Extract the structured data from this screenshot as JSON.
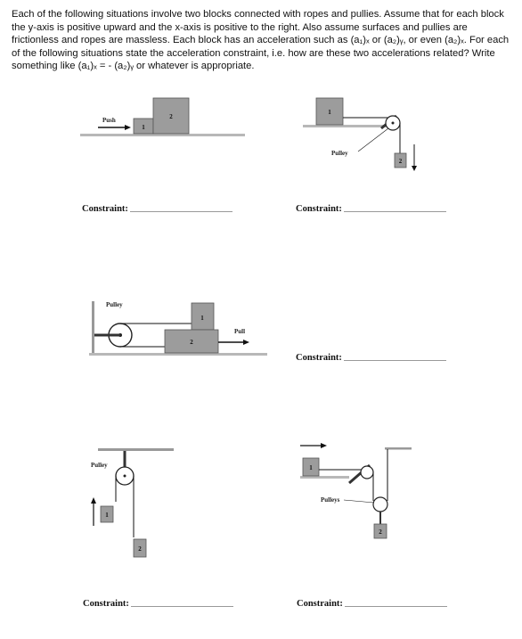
{
  "intro_text": "Each of the following situations involve two blocks connected with ropes and pullies. Assume that for each block the y-axis is positive upward and the x-axis is positive to the right. Also assume surfaces and pullies are frictionless and ropes are massless. Each block has an acceleration such as (a₁)ₓ or (a₂)ᵧ, or even (a₂)ₓ. For each of the following situations state the acceleration constraint, i.e. how are these two accelerations related? Write something like (a₁)ₓ = - (a₂)ᵧ or whatever is appropriate.",
  "constraint_label": "Constraint:",
  "figures": {
    "fig1": {
      "push": "Push",
      "block1": "1",
      "block2": "2"
    },
    "fig2": {
      "pulley": "Pulley",
      "block1": "1",
      "block2": "2"
    },
    "fig3": {
      "pulley": "Pulley",
      "pull": "Pull",
      "block1": "1",
      "block2": "2"
    },
    "fig4": {
      "pulley": "Pulley",
      "block1": "1",
      "block2": "2"
    },
    "fig5": {
      "pulleys": "Pulleys",
      "block1": "1",
      "block2": "2"
    }
  }
}
